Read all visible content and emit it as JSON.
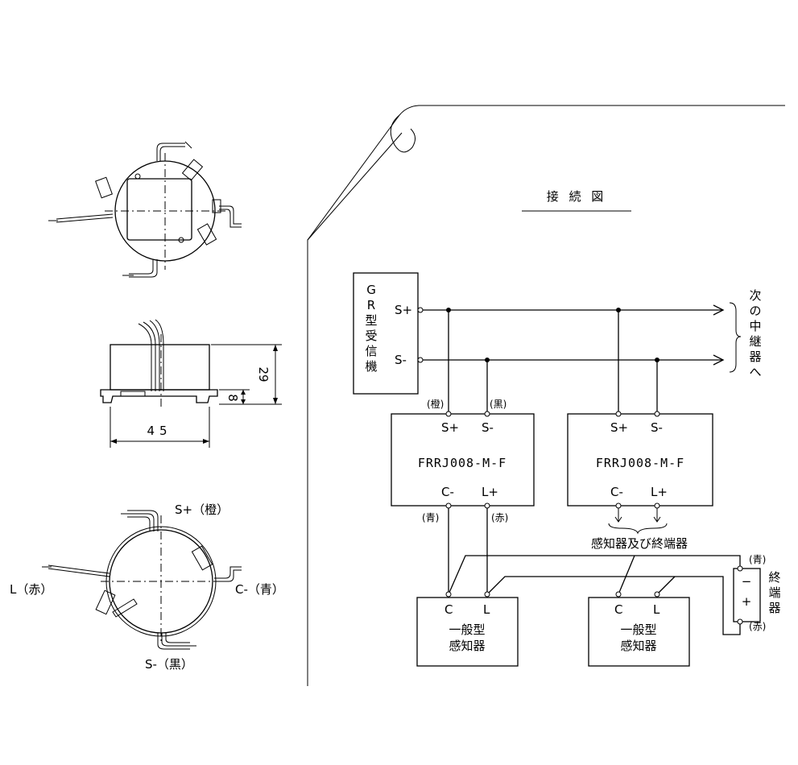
{
  "views": {
    "dim_height": "29",
    "dim_base": "8",
    "dim_width": "45",
    "term_s_plus": "S+（橙）",
    "term_l": "L（赤）",
    "term_c_minus": "C-（青）",
    "term_s_minus": "S-（黒）"
  },
  "wiring": {
    "title": "接 続 図",
    "receiver_label": [
      "G",
      "R",
      "型",
      "受",
      "信",
      "機"
    ],
    "receiver_s_plus": "S+",
    "receiver_s_minus": "S-",
    "next_relay_label": [
      "次",
      "の",
      "中",
      "継",
      "器",
      "へ"
    ],
    "relay1": {
      "model": "FRRJ008-M-F",
      "s_plus": "S+",
      "s_minus": "S-",
      "c_minus": "C-",
      "l_plus": "L+",
      "color_s_plus": "(橙)",
      "color_s_minus": "(黒)",
      "color_c_minus": "(青)",
      "color_l_plus": "(赤)"
    },
    "relay2": {
      "model": "FRRJ008-M-F",
      "s_plus": "S+",
      "s_minus": "S-",
      "c_minus": "C-",
      "l_plus": "L+"
    },
    "detector_note": "感知器及び終端器",
    "detector1": {
      "c": "C",
      "l": "L",
      "line1": "一般型",
      "line2": "感知器"
    },
    "detector2": {
      "c": "C",
      "l": "L",
      "line1": "一般型",
      "line2": "感知器"
    },
    "terminator": {
      "label": [
        "終",
        "端",
        "器"
      ],
      "minus": "−",
      "plus": "+",
      "color_top": "(青)",
      "color_bottom": "(赤)"
    }
  }
}
